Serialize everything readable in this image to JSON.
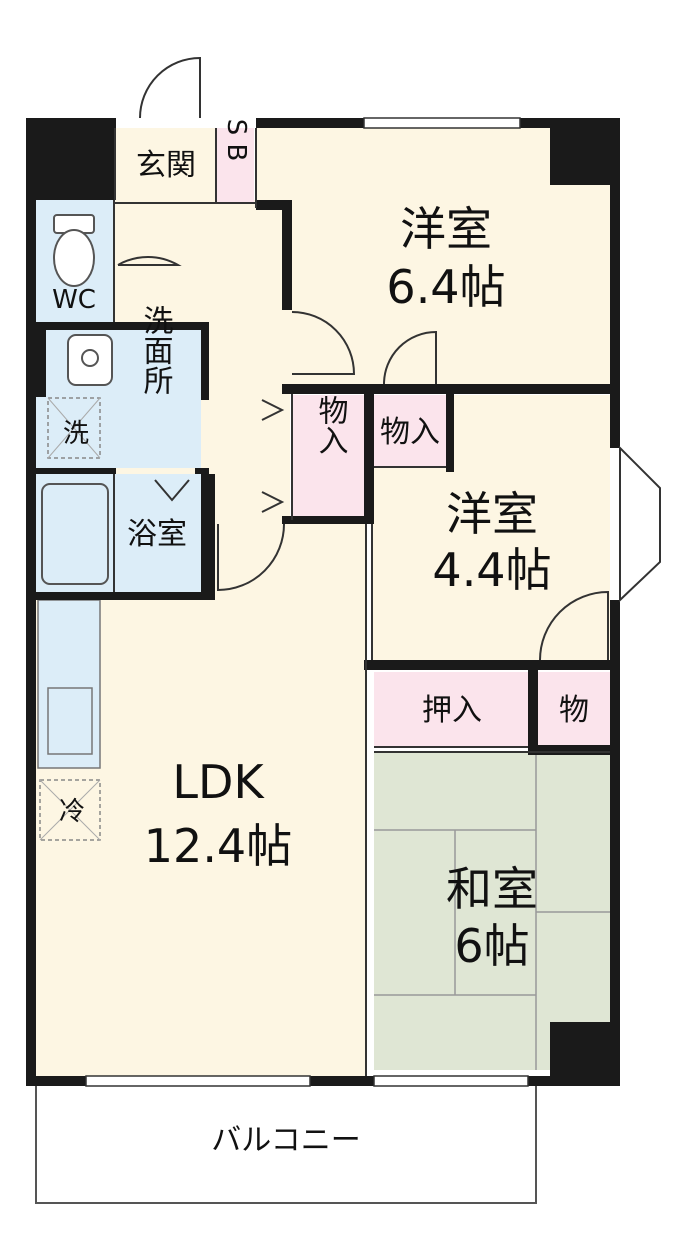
{
  "colors": {
    "wall": "#1a1a1a",
    "floor": "#fdf6e3",
    "wet": "#dcedf8",
    "storage": "#fbe4ec",
    "tatami": "#dfe6d4",
    "outline": "#333333"
  },
  "rooms": {
    "entrance": "玄関",
    "sb": "S B",
    "western1": {
      "name": "洋室",
      "size": "6.4帖"
    },
    "western2": {
      "name": "洋室",
      "size": "4.4帖"
    },
    "wc": "WC",
    "washroom": "洗面所",
    "washer": "洗",
    "bath": "浴室",
    "closet_vertical": "物入",
    "closet_small": "物入",
    "oshiire": "押入",
    "mono": "物",
    "fridge": "冷",
    "ldk": {
      "name": "LDK",
      "size": "12.4帖"
    },
    "japanese": {
      "name": "和室",
      "size": "6帖"
    },
    "balcony": "バルコニー"
  }
}
